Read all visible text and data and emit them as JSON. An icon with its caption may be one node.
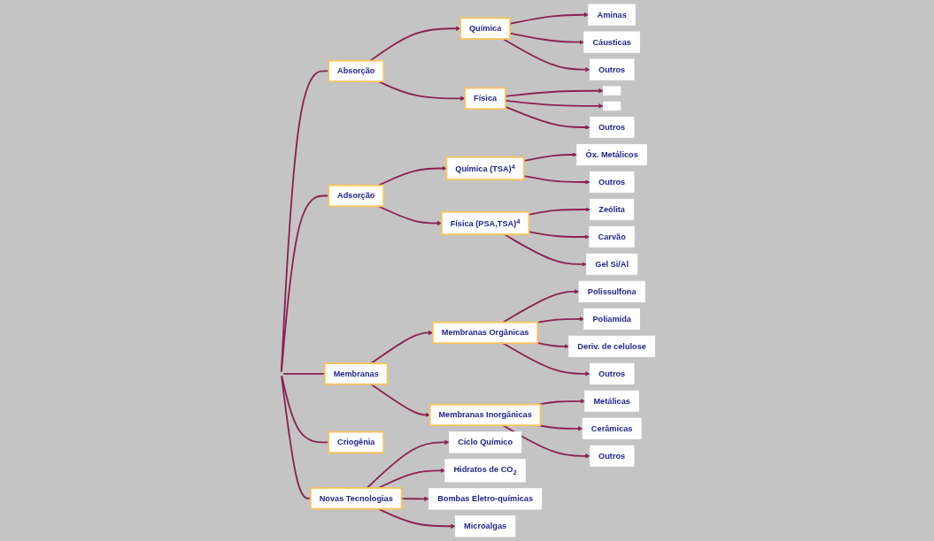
{
  "diagram": {
    "nodes": [
      {
        "text": [
          "Absorção"
        ]
      },
      {
        "text": [
          "Adsorção"
        ]
      },
      {
        "text": [
          "Membranas"
        ]
      },
      {
        "text": [
          "Criogênia"
        ]
      },
      {
        "text": [
          "Novas Tecnologias"
        ]
      },
      {
        "text": [
          "Química"
        ]
      },
      {
        "text": [
          "Aminas"
        ]
      },
      {
        "text": [
          "Cáusticas"
        ]
      },
      {
        "text": [
          "Outros"
        ]
      },
      {
        "text": [
          "Física"
        ]
      },
      {
        "text": [],
        "shape": "box"
      },
      {
        "text": [],
        "shape": "box"
      },
      {
        "text": [
          "Outros"
        ]
      },
      {
        "text": [
          "Química (TSA)$^{4}$"
        ]
      },
      {
        "text": [
          "Óx. Metálicos"
        ]
      },
      {
        "text": [
          "Outros"
        ]
      },
      {
        "text": [
          "Física (PSA,TSA)$^{4}$"
        ]
      },
      {
        "text": [
          "Zeólita"
        ]
      },
      {
        "text": [
          "Carvão"
        ]
      },
      {
        "text": [
          "Gel Si/Al"
        ]
      },
      {
        "text": [
          "Membranas Orgânicas"
        ]
      },
      {
        "text": [
          "Polissulfona"
        ]
      },
      {
        "text": [
          "Poliamida"
        ]
      },
      {
        "text": [
          "Deriv. de celulose"
        ]
      },
      {
        "text": [
          "Outros"
        ]
      },
      {
        "text": [
          "Membranas Inorgânicas"
        ]
      },
      {
        "text": [
          "Metálicas"
        ]
      },
      {
        "text": [
          "Cerâmicas"
        ]
      },
      {
        "text": [
          "Outros"
        ]
      },
      {
        "text": [
          "Ciclo Químico"
        ]
      },
      {
        "text": [
          "Hidratos de CO$_{2}$"
        ]
      },
      {
        "text": [
          "Bombas Eletro-químicas"
        ]
      },
      {
        "text": [
          "Microalgas"
        ]
      }
    ],
    "edges": [
      {
        "from": null,
        "to": 0,
        "arrow": "none"
      },
      {
        "from": null,
        "to": 1,
        "arrow": "none"
      },
      {
        "from": null,
        "to": 2,
        "arrow": "none"
      },
      {
        "from": null,
        "to": 3,
        "arrow": "none"
      },
      {
        "from": null,
        "to": 4,
        "arrow": "none"
      },
      {
        "from": 0,
        "to": 5,
        "arrow": "to"
      },
      {
        "from": 5,
        "to": 6,
        "arrow": "to"
      },
      {
        "from": 5,
        "to": 7,
        "arrow": "to"
      },
      {
        "from": 5,
        "to": 8,
        "arrow": "to"
      },
      {
        "from": 0,
        "to": 9,
        "arrow": "to"
      },
      {
        "from": 9,
        "to": 10,
        "arrow": "to"
      },
      {
        "from": 9,
        "to": 11,
        "arrow": "to"
      },
      {
        "from": 9,
        "to": 12,
        "arrow": "to"
      },
      {
        "from": 1,
        "to": 13,
        "arrow": "to"
      },
      {
        "from": 13,
        "to": 14,
        "arrow": "to"
      },
      {
        "from": 13,
        "to": 15,
        "arrow": "to"
      },
      {
        "from": 1,
        "to": 16,
        "arrow": "to"
      },
      {
        "from": 16,
        "to": 17,
        "arrow": "to"
      },
      {
        "from": 16,
        "to": 18,
        "arrow": "to"
      },
      {
        "from": 16,
        "to": 19,
        "arrow": "to"
      },
      {
        "from": 2,
        "to": 20,
        "arrow": "to"
      },
      {
        "from": 20,
        "to": 21,
        "arrow": "to"
      },
      {
        "from": 20,
        "to": 22,
        "arrow": "to"
      },
      {
        "from": 20,
        "to": 23,
        "arrow": "to"
      },
      {
        "from": 20,
        "to": 24,
        "arrow": "to"
      },
      {
        "from": 2,
        "to": 25,
        "arrow": "to"
      },
      {
        "from": 25,
        "to": 26,
        "arrow": "to"
      },
      {
        "from": 25,
        "to": 27,
        "arrow": "to"
      },
      {
        "from": 25,
        "to": 28,
        "arrow": "to"
      },
      {
        "from": 4,
        "to": 29,
        "arrow": "to"
      },
      {
        "from": 4,
        "to": 30,
        "arrow": "to"
      },
      {
        "from": 4,
        "to": 31,
        "arrow": "to"
      },
      {
        "from": 4,
        "to": 32,
        "arrow": "to"
      }
    ]
  }
}
